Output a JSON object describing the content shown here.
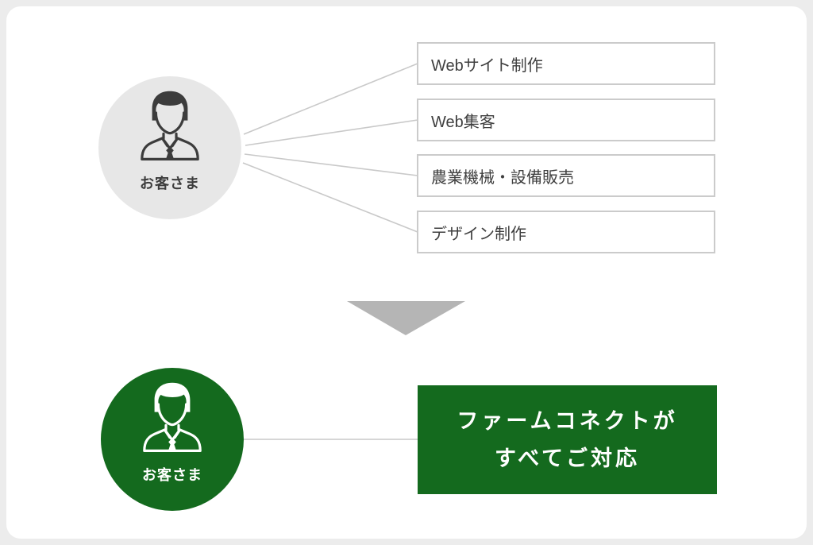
{
  "page": {
    "background_color": "#ececec",
    "card_color": "#ffffff"
  },
  "diagram": {
    "before": {
      "customer_label": "お客さま",
      "services": [
        "Webサイト制作",
        "Web集客",
        "農業機械・設備販売",
        "デザイン制作"
      ]
    },
    "arrow": {
      "icon": "down-triangle-icon",
      "color": "#b5b5b5"
    },
    "after": {
      "customer_label": "お客さま",
      "solution_line1": "ファームコネクトが",
      "solution_line2": "すべてご対応"
    },
    "colors": {
      "brand_green": "#146a1e",
      "circle_gray": "#e7e7e7",
      "person_icon_dark": "#3c3c3c",
      "person_icon_light": "#ffffff",
      "box_border": "#cbcbcb",
      "connector_line": "#c9c9c9",
      "text_dark": "#3f3f3f"
    }
  }
}
